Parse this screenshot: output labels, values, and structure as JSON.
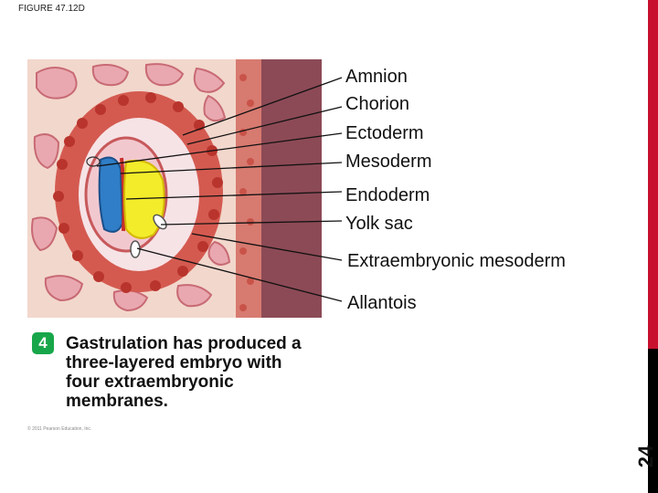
{
  "figure_title": "FIGURE 47.12D",
  "labels": {
    "amnion": "Amnion",
    "chorion": "Chorion",
    "ectoderm": "Ectoderm",
    "mesoderm": "Mesoderm",
    "endoderm": "Endoderm",
    "yolk_sac": "Yolk sac",
    "extraembryonic_mesoderm": "Extraembryonic mesoderm",
    "allantois": "Allantois"
  },
  "step": {
    "number": "4",
    "caption_lines": [
      "Gastrulation has produced a",
      "three-layered embryo with",
      "four extraembryonic",
      "membranes."
    ]
  },
  "copyright": "© 2011 Pearson Education, Inc.",
  "slide_number": "24",
  "colors": {
    "accent_red": "#c8102e",
    "step_badge": "#18a64a",
    "ectoderm": "#2f7ec7",
    "endoderm": "#f3ec2a",
    "uterine_wall": "#8c4a56"
  }
}
